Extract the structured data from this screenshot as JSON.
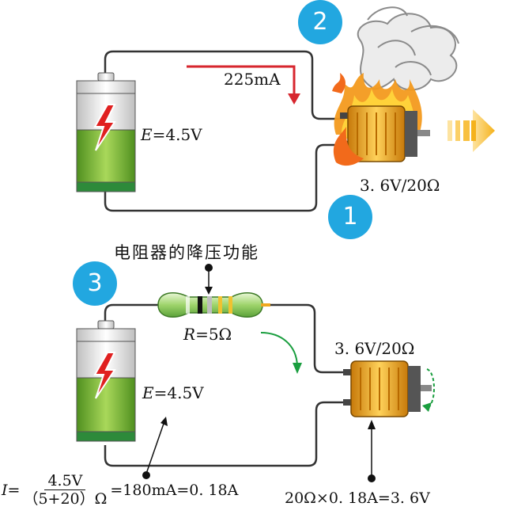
{
  "badges": [
    "2",
    "1",
    "3"
  ],
  "top": {
    "current": "225mA",
    "emf_symbol": "E",
    "emf_value": "=4.5V",
    "motor_rating": "3. 6V/20Ω"
  },
  "bottom": {
    "title": "电阻器的降压功能",
    "res_symbol": "R",
    "res_value": "=5Ω",
    "motor_rating": "3. 6V/20Ω",
    "emf_symbol": "E",
    "emf_value": "=4.5V",
    "formula": {
      "lhs": "I=",
      "numerator": "4.5V",
      "denominator": "（5+20）Ω",
      "rhs": "=180mA=0. 18A"
    },
    "voltage_calc": "20Ω×0. 18A=3. 6V"
  },
  "colors": {
    "badge": "#22a7e0",
    "current_arrow": "#d7262e",
    "flow_arrow": "#1a9e3f",
    "motor": "#f0a81e",
    "battery_fill": "#8cc63f",
    "output_arrow": "#f5b21b"
  }
}
